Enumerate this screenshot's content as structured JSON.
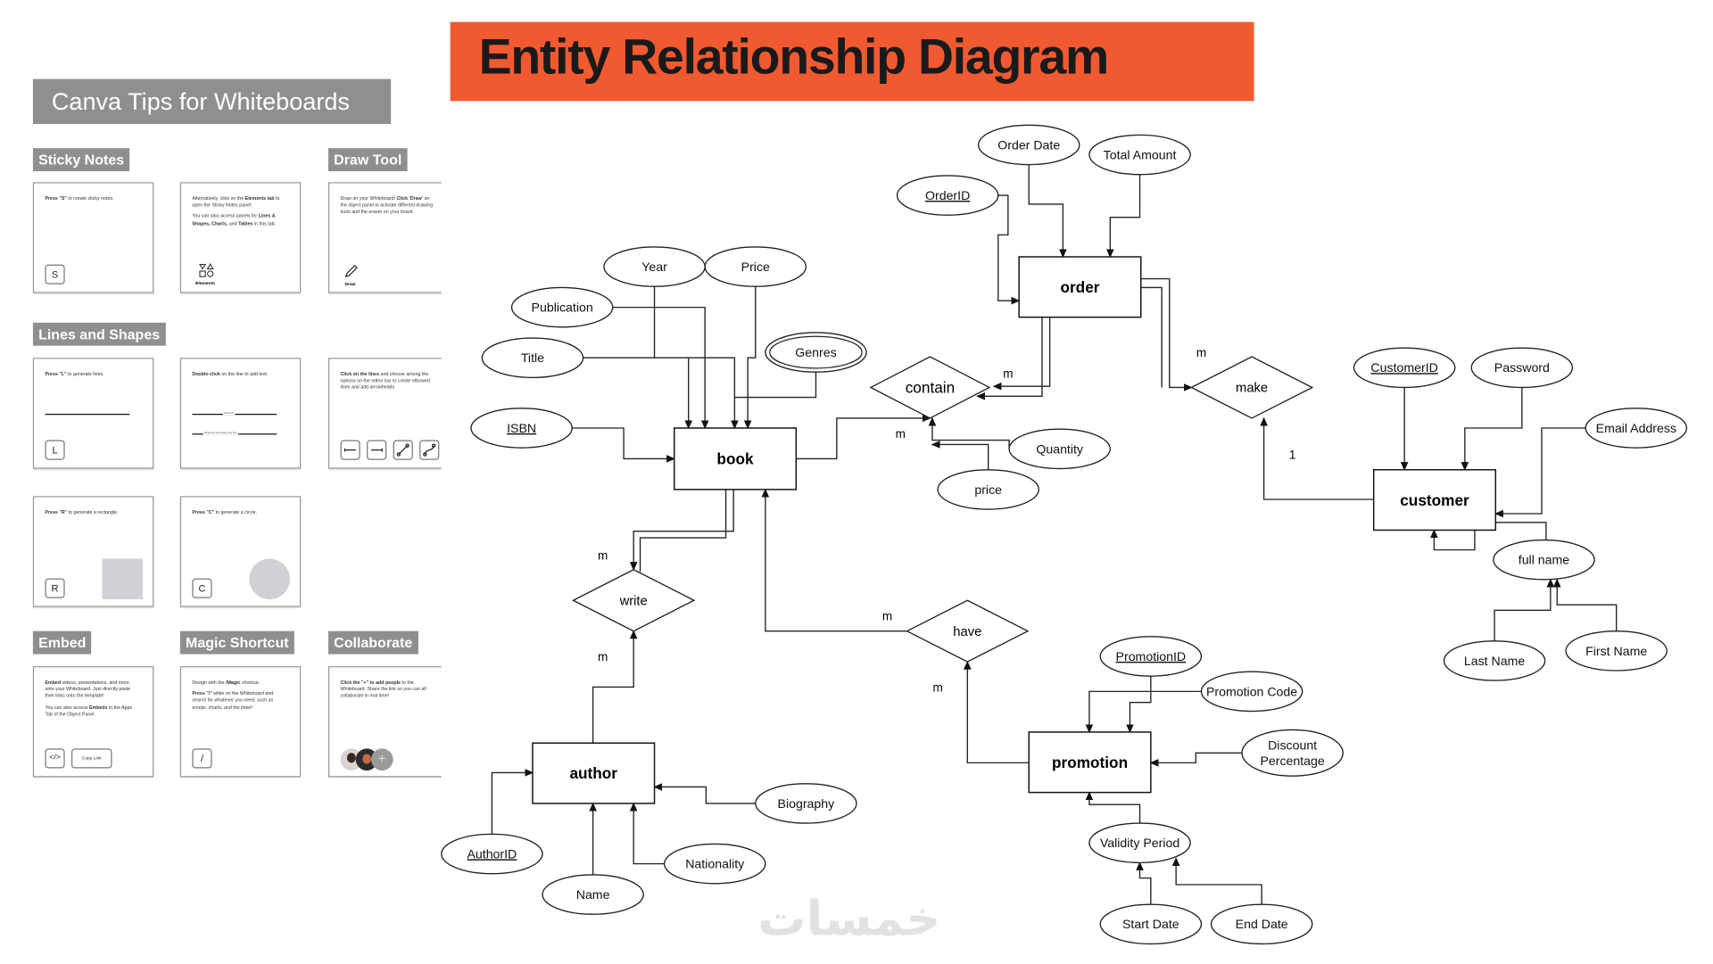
{
  "title": "Entity Relationship Diagram",
  "colors": {
    "title_bg": "#f15a30",
    "tips_label_bg": "#8f8f8f"
  },
  "tips": {
    "header": "Canva Tips for Whiteboards",
    "sections": {
      "sticky_notes": "Sticky Notes",
      "draw_tool": "Draw Tool",
      "lines_shapes": "Lines and Shapes",
      "embed": "Embed",
      "magic_shortcut": "Magic Shortcut",
      "collaborate": "Collaborate"
    },
    "cards": {
      "sticky1": [
        [
          {
            "b": "Press \"S\""
          },
          {
            "t": " to create sticky notes."
          }
        ]
      ],
      "sticky2": [
        [
          {
            "t": "Alternatively, click on the "
          },
          {
            "b": "Elements tab"
          },
          {
            "t": " to open the Sticky Notes panel."
          }
        ],
        [
          {
            "t": "You can also access panels for "
          },
          {
            "b": "Lines & Shapes, Charts,"
          },
          {
            "t": " and "
          },
          {
            "b": "Tables"
          },
          {
            "t": " in this tab."
          }
        ]
      ],
      "draw": [
        [
          {
            "t": "Draw on your Whiteboard! "
          },
          {
            "b": "Click 'Draw'"
          },
          {
            "t": " on the object panel to activate different drawing tools and the eraser on your board."
          }
        ]
      ],
      "lines1": [
        [
          {
            "b": "Press \"L\""
          },
          {
            "t": " to generate lines."
          }
        ]
      ],
      "lines2": [
        [
          {
            "b": "Double-click"
          },
          {
            "t": " on the line to add text."
          }
        ]
      ],
      "lines3": [
        [
          {
            "b": "Click on the lines"
          },
          {
            "t": " and choose among the options on the editor bar to create elbowed lines and add arrowheads."
          }
        ]
      ],
      "rect": [
        [
          {
            "b": "Press \"R\""
          },
          {
            "t": " to generate a rectangle."
          }
        ]
      ],
      "circle": [
        [
          {
            "b": "Press \"C\""
          },
          {
            "t": " to generate a circle."
          }
        ]
      ],
      "embed": [
        [
          {
            "b": "Embed"
          },
          {
            "t": " videos, presentations, and more onto your Whiteboard. Just directly paste their links onto the template!"
          }
        ],
        [
          {
            "t": "You can also access "
          },
          {
            "b": "Embeds"
          },
          {
            "t": " in the Apps Tab of the Object Panel."
          }
        ]
      ],
      "magic": [
        [
          {
            "t": "Design with the "
          },
          {
            "b": "/Magic"
          },
          {
            "t": " shortcut."
          }
        ],
        [
          {
            "b": "Press \"/\""
          },
          {
            "t": " while on the Whiteboard and search for whatever you need, such as emojis, charts, and the timer!"
          }
        ]
      ],
      "collab": [
        [
          {
            "b": "Click the \"+\" to add people"
          },
          {
            "t": " to the Whiteboard. Share the link so you can all collaborate in real time!"
          }
        ]
      ]
    },
    "keys": {
      "s": "S",
      "l": "L",
      "r": "R",
      "c": "C",
      "slash": "/",
      "embed_code": "</>"
    },
    "elements_label": "Elements",
    "draw_label": "Draw",
    "add_text_label": "Add text",
    "drag_text_label": "Drag the text along the line",
    "copy_link": "Copy Link",
    "add_person": "+"
  },
  "erd": {
    "entities": [
      "book",
      "order",
      "customer",
      "author",
      "promotion"
    ],
    "relationships": [
      "contain",
      "make",
      "write",
      "have"
    ],
    "attributes": [
      {
        "label": "Order Date"
      },
      {
        "label": "Total Amount"
      },
      {
        "label": "OrderID",
        "key": true
      },
      {
        "label": "Year"
      },
      {
        "label": "Price"
      },
      {
        "label": "Publication"
      },
      {
        "label": "Title"
      },
      {
        "label": "Genres",
        "multivalued": true
      },
      {
        "label": "ISBN",
        "key": true
      },
      {
        "label": "Quantity"
      },
      {
        "label": "price"
      },
      {
        "label": "CustomerID",
        "key": true
      },
      {
        "label": "Password"
      },
      {
        "label": "Email Address"
      },
      {
        "label": "full name"
      },
      {
        "label": "Last Name"
      },
      {
        "label": "First Name"
      },
      {
        "label": "PromotionID",
        "key": true
      },
      {
        "label": "Promotion Code"
      },
      {
        "label": "Discount Percentage",
        "lines": [
          "Discount",
          "Percentage"
        ]
      },
      {
        "label": "Validity Period"
      },
      {
        "label": "Start Date"
      },
      {
        "label": "End Date"
      },
      {
        "label": "Biography"
      },
      {
        "label": "Nationality"
      },
      {
        "label": "Name"
      },
      {
        "label": "AuthorID",
        "key": true
      }
    ],
    "cardinalities": [
      "m",
      "m",
      "m",
      "1",
      "m",
      "m",
      "m",
      "m"
    ]
  },
  "watermark": "خمسات"
}
